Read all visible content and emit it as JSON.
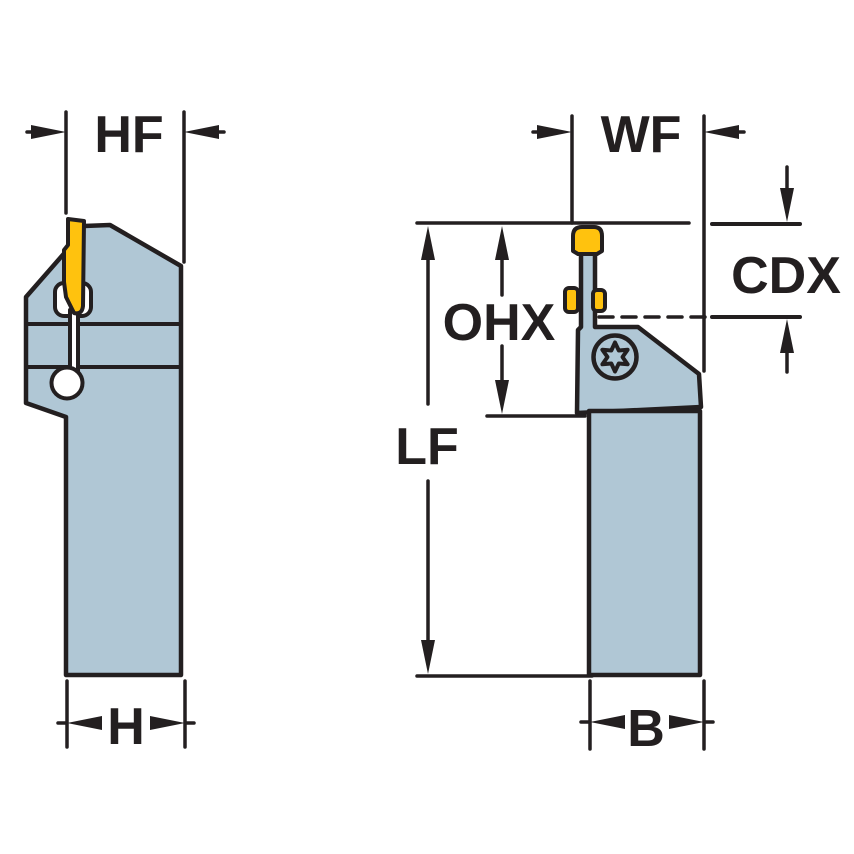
{
  "diagram": {
    "dimension_labels": {
      "hf": "HF",
      "wf": "WF",
      "cdx": "CDX",
      "ohx": "OHX",
      "lf": "LF",
      "h": "H",
      "b": "B"
    }
  },
  "colors": {
    "bg": "#ffffff",
    "body": "#b0c7d5",
    "insert": "#ffc20e",
    "outline": "#231f20"
  }
}
